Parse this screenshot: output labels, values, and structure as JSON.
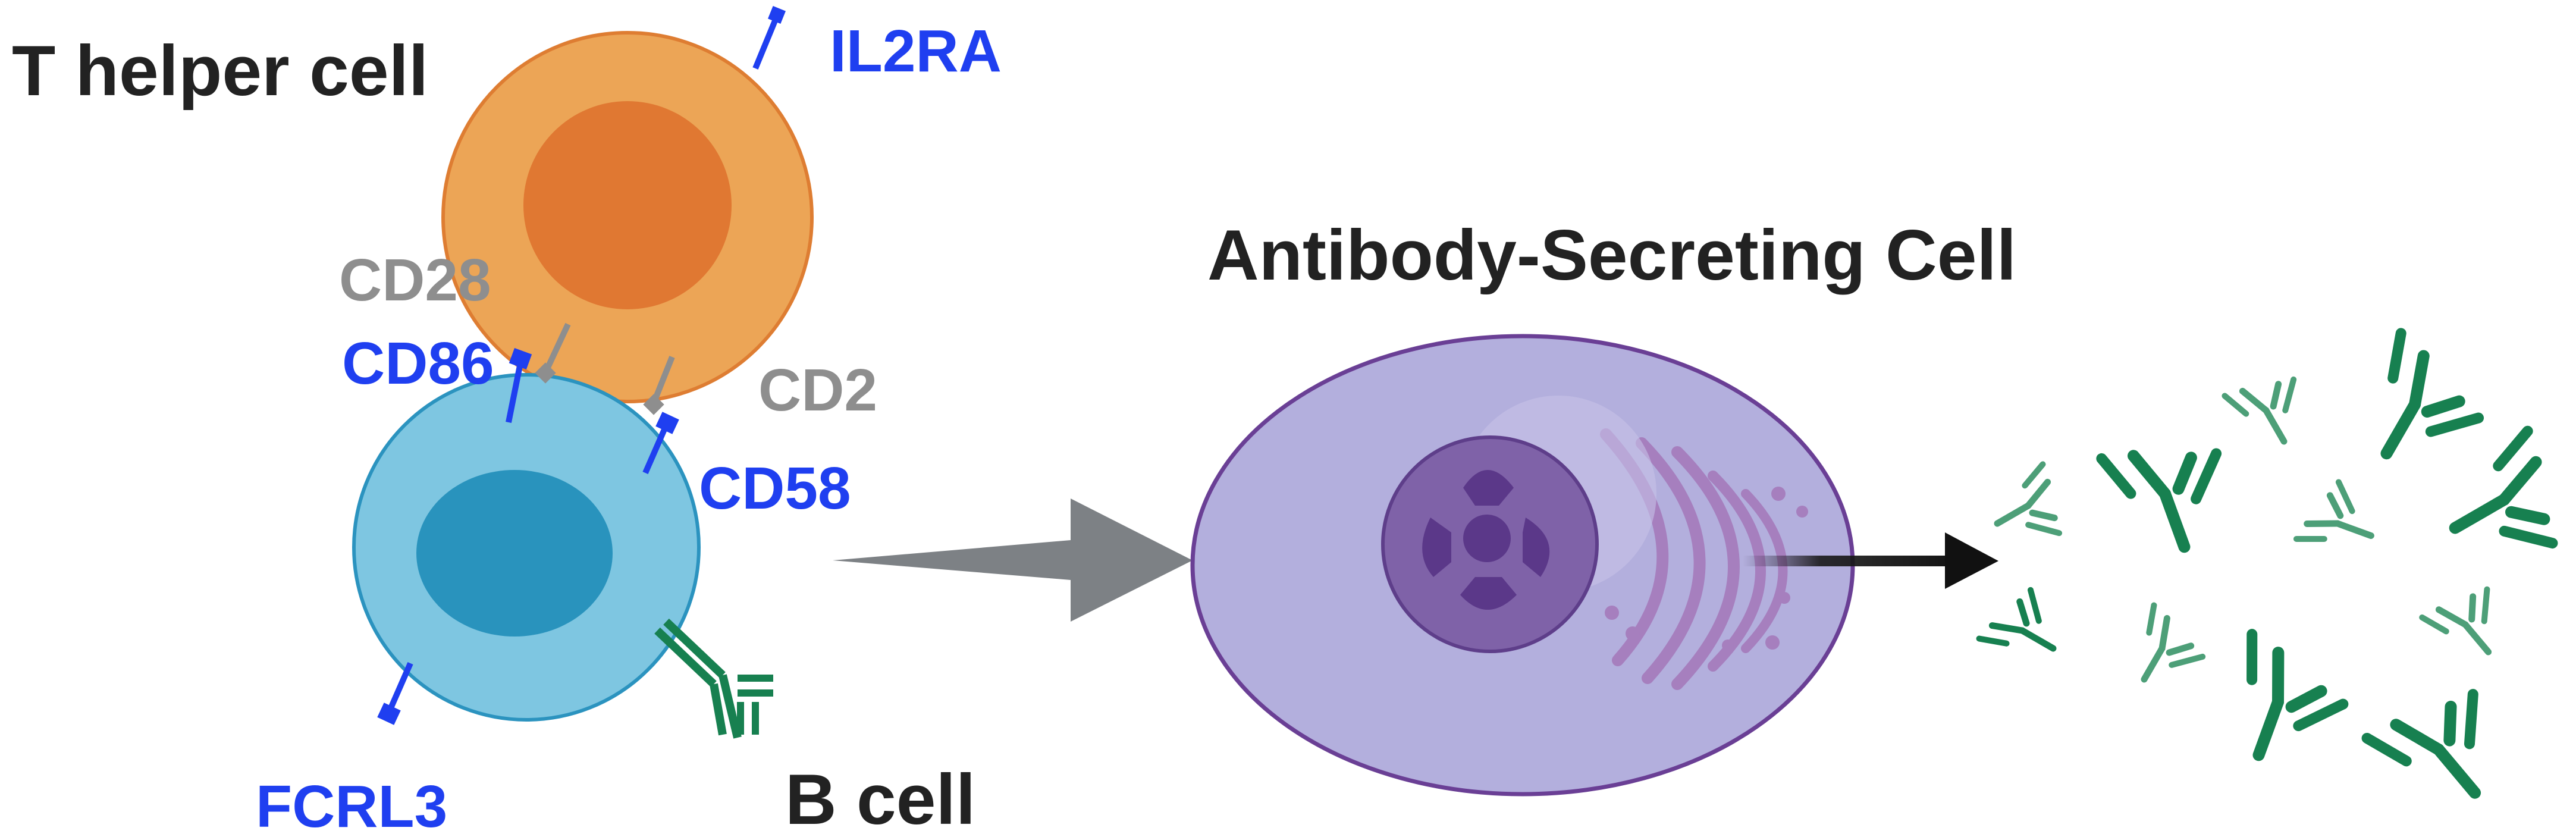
{
  "labels": {
    "t_helper_cell": "T helper cell",
    "b_cell": "B cell",
    "antibody_secreting_cell": "Antibody-Secreting Cell",
    "il2ra": "IL2RA",
    "cd28": "CD28",
    "cd86": "CD86",
    "cd2": "CD2",
    "cd58": "CD58",
    "fcrl3": "FCRL3"
  },
  "colors": {
    "t_cell_body": "#eca556",
    "t_cell_border": "#de7d32",
    "t_cell_nucleus": "#e07832",
    "b_cell_body": "#7ec6e1",
    "b_cell_border": "#2b93bf",
    "b_cell_nucleus": "#2993bd",
    "asc_body": "#b3afdd",
    "asc_border": "#6a3f95",
    "asc_nucleus": "#7f62a8",
    "organelle": "#a67fbe",
    "receptor_blue": "#1f3ff0",
    "receptor_gray": "#8e8e8e",
    "antibody_green": "#178050",
    "antibody_green_light": "#4d9f78",
    "arrow_gray": "#7d8185",
    "arrow_dark": "#111111"
  }
}
